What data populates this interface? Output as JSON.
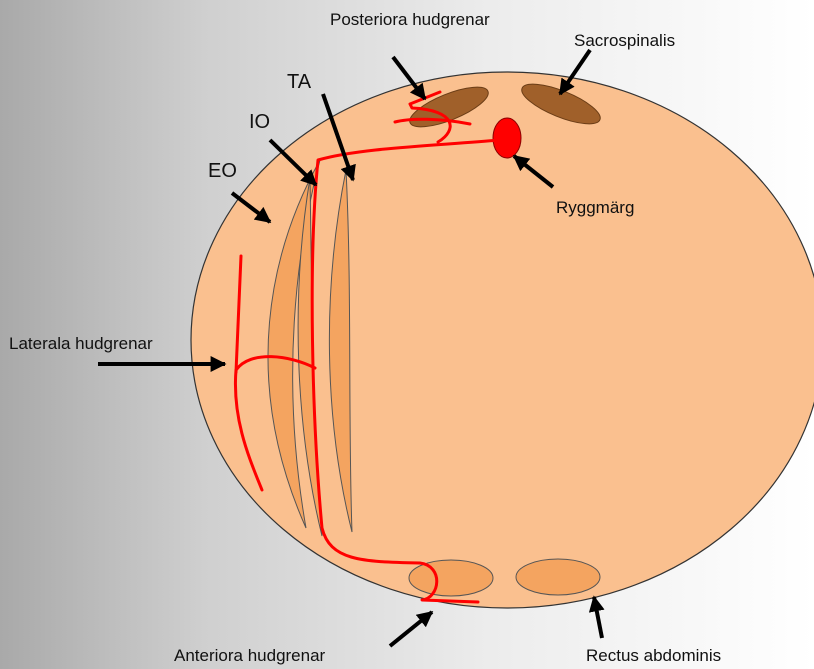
{
  "labels": {
    "posterior": "Posteriora hudgrenar",
    "sacrospinalis": "Sacrospinalis",
    "ta": "TA",
    "io": "IO",
    "eo": "EO",
    "ryggmarg": "Ryggmärg",
    "lateral": "Laterala hudgrenar",
    "anterior": "Anteriora hudgrenar",
    "rectus": "Rectus abdominis"
  },
  "colors": {
    "body": "#fac08f",
    "muscle": "#f4a460",
    "back_muscle": "#a0602a",
    "nerve": "#ff0000",
    "arrow": "#000000"
  }
}
